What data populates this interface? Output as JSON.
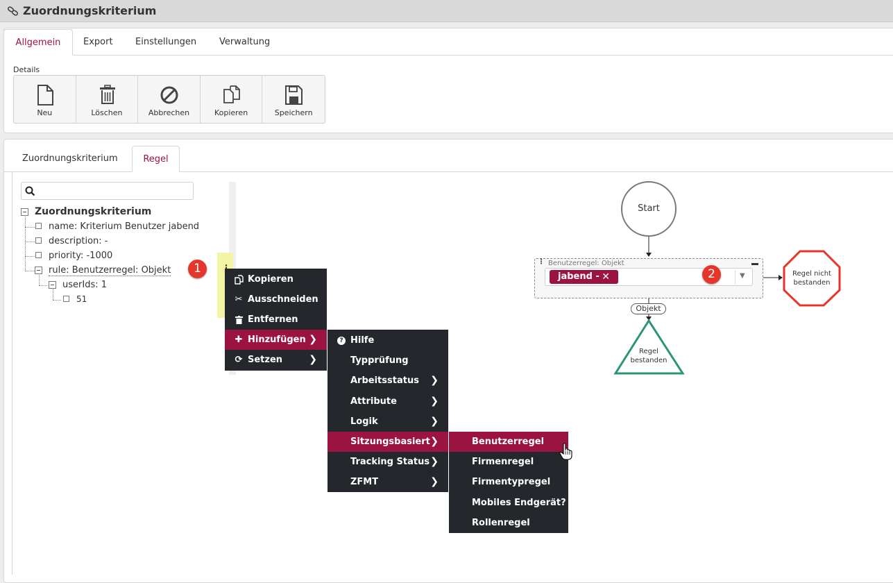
{
  "window": {
    "title": "Zuordnungskriterium"
  },
  "top_tabs": [
    "Allgemein",
    "Export",
    "Einstellungen",
    "Verwaltung"
  ],
  "details": {
    "label": "Details",
    "buttons": [
      "Neu",
      "Löschen",
      "Abbrechen",
      "Kopieren",
      "Speichern"
    ]
  },
  "sub_tabs": [
    "Zuordnungskriterium",
    "Regel"
  ],
  "tree": {
    "root": "Zuordnungskriterium",
    "items": [
      "name: Kriterium Benutzer jabend",
      "description: -",
      "priority: -1000",
      "rule: Benutzerregel: Objekt",
      "userIds: 1",
      "51"
    ]
  },
  "badges": [
    "1",
    "2"
  ],
  "context_menu": {
    "items": [
      {
        "icon": "copy-icon",
        "label": "Kopieren"
      },
      {
        "icon": "scissors-icon",
        "label": "Ausschneiden"
      },
      {
        "icon": "trash-icon",
        "label": "Entfernen"
      },
      {
        "icon": "plus-icon",
        "label": "Hinzufügen",
        "submenu": true,
        "highlighted": true
      },
      {
        "icon": "refresh-icon",
        "label": "Setzen",
        "submenu": true
      }
    ]
  },
  "submenu_add": {
    "items": [
      {
        "icon": "help-icon",
        "label": "Hilfe"
      },
      {
        "label": "Typprüfung"
      },
      {
        "label": "Arbeitsstatus",
        "submenu": true
      },
      {
        "label": "Attribute",
        "submenu": true
      },
      {
        "label": "Logik",
        "submenu": true
      },
      {
        "label": "Sitzungsbasiert",
        "submenu": true,
        "highlighted": true
      },
      {
        "label": "Tracking Status",
        "submenu": true
      },
      {
        "label": "ZFMT",
        "submenu": true
      }
    ]
  },
  "submenu_session": {
    "items": [
      {
        "label": "Benutzerregel",
        "highlighted": true
      },
      {
        "label": "Firmenregel"
      },
      {
        "label": "Firmentypregel"
      },
      {
        "label": "Mobiles Endgerät?"
      },
      {
        "label": "Rollenregel"
      }
    ]
  },
  "diagram": {
    "start": "Start",
    "rule_label": "Benutzerregel: Objekt",
    "chip": "jabend -",
    "chip_remove": "✕",
    "pill": "Objekt",
    "fail_line1": "Regel nicht",
    "fail_line2": "bestanden",
    "pass_line1": "Regel",
    "pass_line2": "bestanden"
  },
  "colors": {
    "accent": "#9a1341",
    "menu_bg": "#24282c",
    "badge": "#e5362c",
    "fail_red": "#e5362c",
    "pass_green": "#2e9479"
  }
}
